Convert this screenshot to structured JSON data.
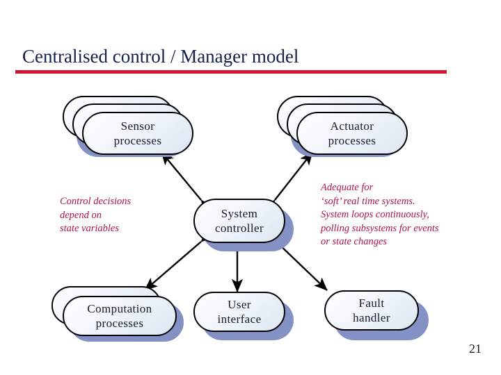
{
  "slide": {
    "title": "Centralised control / Manager model",
    "page_number": "21",
    "title_color": "#15204a",
    "rule_color": "#d6122e",
    "note_color": "#b01444",
    "node_border_color": "#000000",
    "node_shadow_color": "#8491c4"
  },
  "nodes": {
    "sensor": {
      "label": "Sensor\nprocesses",
      "stacked": 3
    },
    "actuator": {
      "label": "Actuator\nprocesses",
      "stacked": 3
    },
    "controller": {
      "label": "System\ncontroller",
      "stacked": 1
    },
    "computation": {
      "label": "Computation\nprocesses",
      "stacked": 2
    },
    "ui": {
      "label": "User\ninterface",
      "stacked": 1
    },
    "fault": {
      "label": "Fault\nhandler",
      "stacked": 1
    }
  },
  "annotations": {
    "left": "Control decisions\ndepend on\nstate variables",
    "right": "Adequate for\n‘soft’ real time systems.\nSystem loops continuously,\npolling subsystems for events\nor state changes"
  },
  "connections": [
    {
      "from": "controller",
      "to": "sensor",
      "style": "double-headed"
    },
    {
      "from": "controller",
      "to": "actuator",
      "style": "double-headed"
    },
    {
      "from": "controller",
      "to": "computation",
      "style": "double-headed"
    },
    {
      "from": "controller",
      "to": "ui",
      "style": "double-headed"
    },
    {
      "from": "controller",
      "to": "fault",
      "style": "double-headed"
    }
  ]
}
